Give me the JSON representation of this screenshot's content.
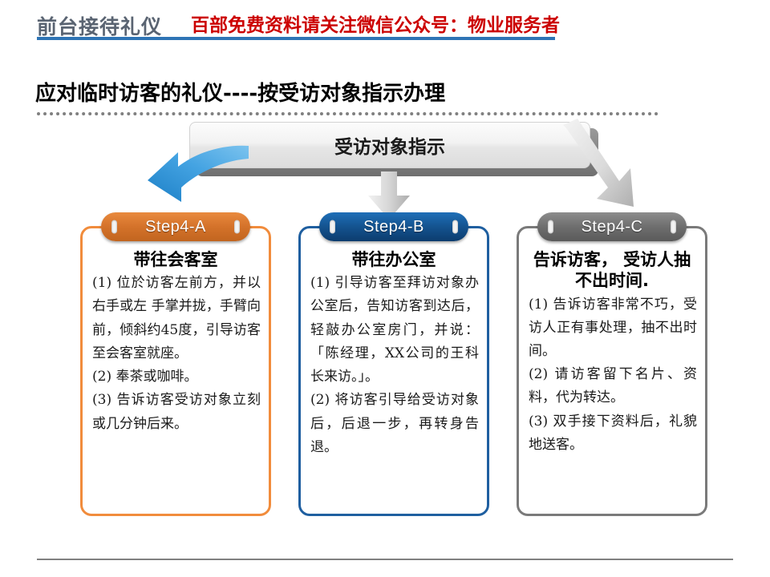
{
  "header": {
    "title": "前台接待礼仪",
    "promo": "百部免费资料请关注微信公众号：物业服务者",
    "rule_color": "#2E74B5",
    "promo_color": "#CC0000"
  },
  "section": {
    "heading": "应对临时访客的礼仪----按受访对象指示办理"
  },
  "banner": {
    "label": "受访对象指示"
  },
  "arrows": {
    "left": {
      "name": "curved-arrow-left",
      "color": "#3D9BE0"
    },
    "middle": {
      "name": "arrow-down",
      "color": "#BFBFBF"
    },
    "right": {
      "name": "arrow-down-right",
      "color": "#BFBFBF"
    }
  },
  "columns": [
    {
      "step": "Step4-A",
      "accent": "#F18C3C",
      "title": "带往会客室",
      "body": "(1) 位於访客左前方，并以右手或左  手掌并拢，手臂向前，倾斜约45度，引导访客至会客室就座。\n(2) 奉茶或咖啡。\n(3) 告诉访客受访对象立刻或几分钟后来。",
      "items": [
        "(1) 位於访客左前方，并以右手或左  手掌并拢，手臂向前，倾斜约45度，引导访客至会客室就座。",
        "(2) 奉茶或咖啡。",
        "(3) 告诉访客受访对象立刻或几分钟后来。"
      ]
    },
    {
      "step": "Step4-B",
      "accent": "#1F5FA0",
      "title": "带往办公室",
      "body": "(1) 引导访客至拜访对象办公室后，告知访客到达后，轻敲办公室房门，并说：「陈经理，XX公司的王科长来访。」。\n(2) 将访客引导给受访对象后，后退一步，再转身告退。",
      "items": [
        "(1) 引导访客至拜访对象办公室后，告知访客到达后，轻敲办公室房门，并说：「陈经理，XX公司的王科长来访。」。",
        "(2) 将访客引导给受访对象后，后退一步，再转身告退。"
      ]
    },
    {
      "step": "Step4-C",
      "accent": "#7A7A7A",
      "title": "告诉访客，  受访人抽不出时间.",
      "body": "(1) 告诉访客非常不巧，受访人正有事处理，抽不出时间。\n(2) 请访客留下名片、资料，代为转达。\n(3) 双手接下资料后，礼貌地送客。",
      "items": [
        "(1) 告诉访客非常不巧，受访人正有事处理，抽不出时间。",
        "(2) 请访客留下名片、资料，代为转达。",
        "(3) 双手接下资料后，礼貌地送客。"
      ]
    }
  ]
}
